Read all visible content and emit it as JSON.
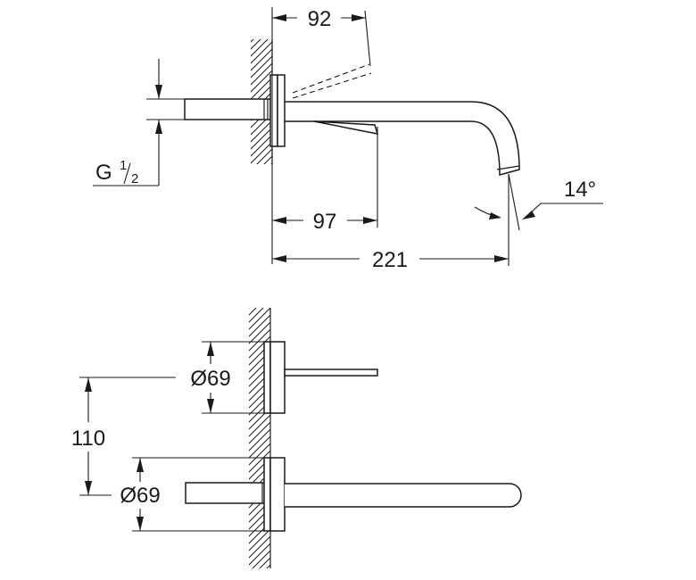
{
  "side_view": {
    "dim_projection": "92",
    "dim_lever": "97",
    "dim_total": "221",
    "thread_main": "G",
    "thread_num": "1",
    "thread_den": "2",
    "angle": "14°"
  },
  "front_view": {
    "dim_lever_rosette": "Ø69",
    "dim_spout_rosette": "Ø69",
    "dim_spacing": "110"
  }
}
